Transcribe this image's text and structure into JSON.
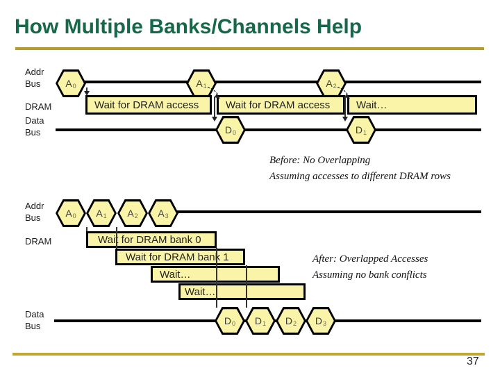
{
  "slide": {
    "title": "How Multiple Banks/Channels Help",
    "page_number": "37",
    "colors": {
      "title_green": "#17684B",
      "rule_gold_top": "#B49B2B",
      "rule_gold_bottom": "#C2A62F",
      "shape_yellow": "#FAF4A8",
      "line_black": "#000000"
    }
  },
  "before": {
    "labels": {
      "addr_line1": "Addr",
      "addr_line2": "Bus",
      "dram": "DRAM",
      "data_line1": "Data",
      "data_line2": "Bus"
    },
    "addr_hexes": [
      {
        "base": "A",
        "sub": "0"
      },
      {
        "base": "A",
        "sub": "1"
      },
      {
        "base": "A",
        "sub": "2"
      }
    ],
    "wait_boxes": [
      "Wait for DRAM access",
      "Wait for DRAM access",
      "Wait…"
    ],
    "data_hexes": [
      {
        "base": "D",
        "sub": "0"
      },
      {
        "base": "D",
        "sub": "1"
      }
    ],
    "caption": {
      "line1": "Before: No Overlapping",
      "line2": "Assuming accesses to different DRAM rows"
    }
  },
  "after": {
    "labels": {
      "addr_line1": "Addr",
      "addr_line2": "Bus",
      "dram": "DRAM",
      "data_line1": "Data",
      "data_line2": "Bus"
    },
    "addr_hexes": [
      {
        "base": "A",
        "sub": "0"
      },
      {
        "base": "A",
        "sub": "1"
      },
      {
        "base": "A",
        "sub": "2"
      },
      {
        "base": "A",
        "sub": "3"
      }
    ],
    "wait_boxes": [
      "Wait for DRAM bank 0",
      "Wait for DRAM bank 1",
      "Wait…",
      "Wait…"
    ],
    "data_hexes": [
      {
        "base": "D",
        "sub": "0"
      },
      {
        "base": "D",
        "sub": "1"
      },
      {
        "base": "D",
        "sub": "2"
      },
      {
        "base": "D",
        "sub": "3"
      }
    ],
    "caption": {
      "line1": "After: Overlapped Accesses",
      "line2": "Assuming no bank conflicts"
    }
  }
}
